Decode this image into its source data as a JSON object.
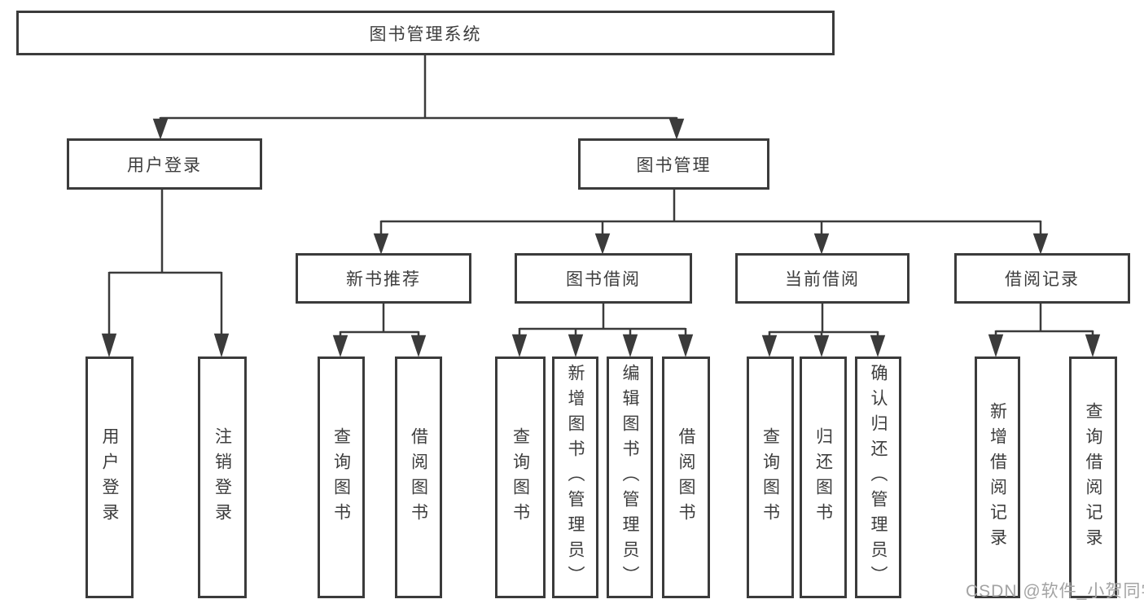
{
  "diagram": {
    "type": "hierarchy-tree",
    "background": "#ffffff",
    "line_color": "#3b3b3b",
    "text_color": "#3d3d3d",
    "root": {
      "label": "图书管理系统"
    },
    "branches": [
      {
        "label": "用户登录",
        "children": [
          {
            "label": "用户登录"
          },
          {
            "label": "注销登录"
          }
        ]
      },
      {
        "label": "图书管理",
        "children": [
          {
            "label": "新书推荐",
            "children": [
              {
                "label": "查询图书"
              },
              {
                "label": "借阅图书"
              }
            ]
          },
          {
            "label": "图书借阅",
            "children": [
              {
                "label": "查询图书"
              },
              {
                "label": "新增图书（管理员）"
              },
              {
                "label": "编辑图书（管理员）"
              },
              {
                "label": "借阅图书"
              }
            ]
          },
          {
            "label": "当前借阅",
            "children": [
              {
                "label": "查询图书"
              },
              {
                "label": "归还图书"
              },
              {
                "label": "确认归还（管理员）"
              }
            ]
          },
          {
            "label": "借阅记录",
            "children": [
              {
                "label": "新增借阅记录"
              },
              {
                "label": "查询借阅记录"
              }
            ]
          }
        ]
      }
    ],
    "watermark": "CSDN @软件_小贺同学"
  }
}
